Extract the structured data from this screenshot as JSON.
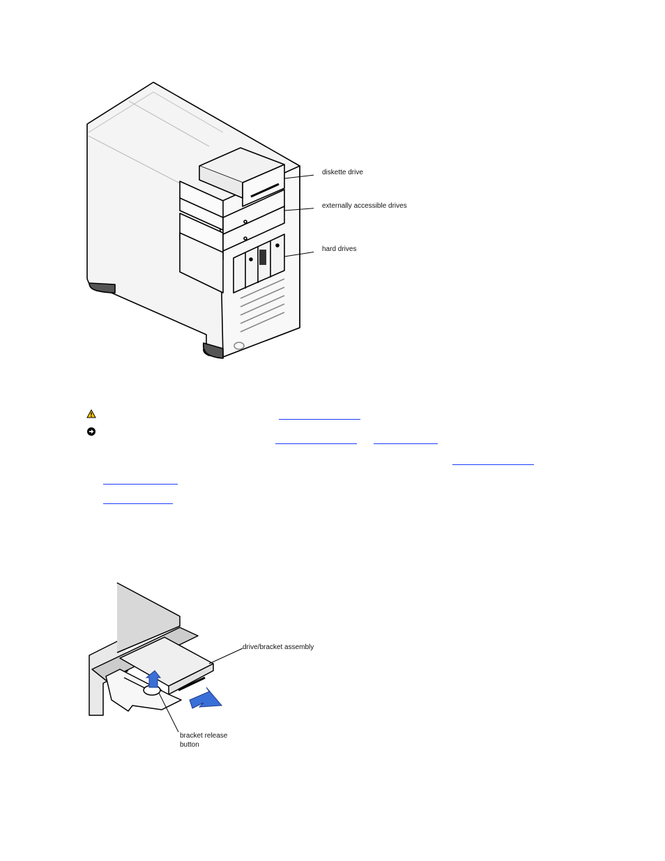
{
  "figure1": {
    "callouts": {
      "diskette": "diskette drive",
      "external": "externally accessible drives",
      "hard": "hard drives"
    }
  },
  "notices": [
    {
      "icon": "caution-icon",
      "color": "#f5c400"
    },
    {
      "icon": "notice-icon",
      "color": "#000000"
    }
  ],
  "link_color": "#1a3cff",
  "figure2": {
    "callouts": {
      "assembly": "drive/bracket assembly",
      "release_line1": "bracket release",
      "release_line2": "button"
    }
  }
}
